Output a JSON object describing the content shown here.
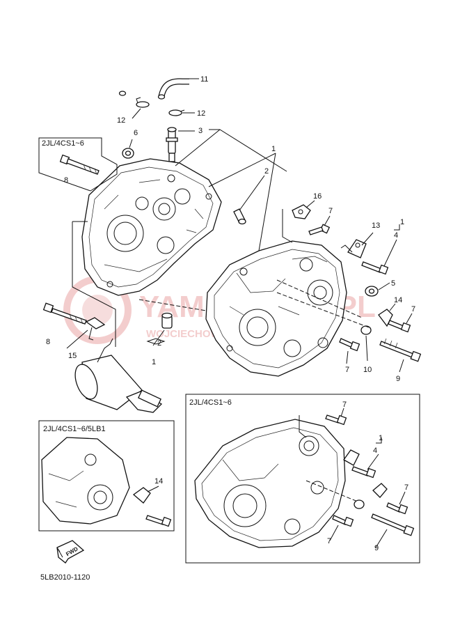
{
  "diagram_code": "5LB2010-1120",
  "watermark": {
    "main": "YAMAPARTS.PL",
    "sub": "WOJCIECHOWSKI-YAMAHA",
    "color": "#f2c8c8"
  },
  "insets": {
    "top_left": "2JL/4CS1~6",
    "bottom_left": "2JL/4CS1~6/5LB1",
    "bottom_right": "2JL/4CS1~6"
  },
  "fwd_label": "FWD",
  "callouts": {
    "c11": "11",
    "c12a": "12",
    "c12b": "12",
    "c3": "3",
    "c6": "6",
    "c1a": "1",
    "c2a": "2",
    "c8a": "8",
    "c16": "16",
    "c7a": "7",
    "c13": "13",
    "c1b": "1",
    "c4a": "4",
    "c5": "5",
    "c14a": "14",
    "c7b": "7",
    "c8b": "8",
    "c15": "15",
    "c2b": "2",
    "c1c": "1",
    "c7c": "7",
    "c10": "10",
    "c9a": "9",
    "c7d": "7",
    "c1d": "1",
    "c4b": "4",
    "c7e": "7",
    "c7f": "7",
    "c9b": "9",
    "c14b": "14"
  }
}
